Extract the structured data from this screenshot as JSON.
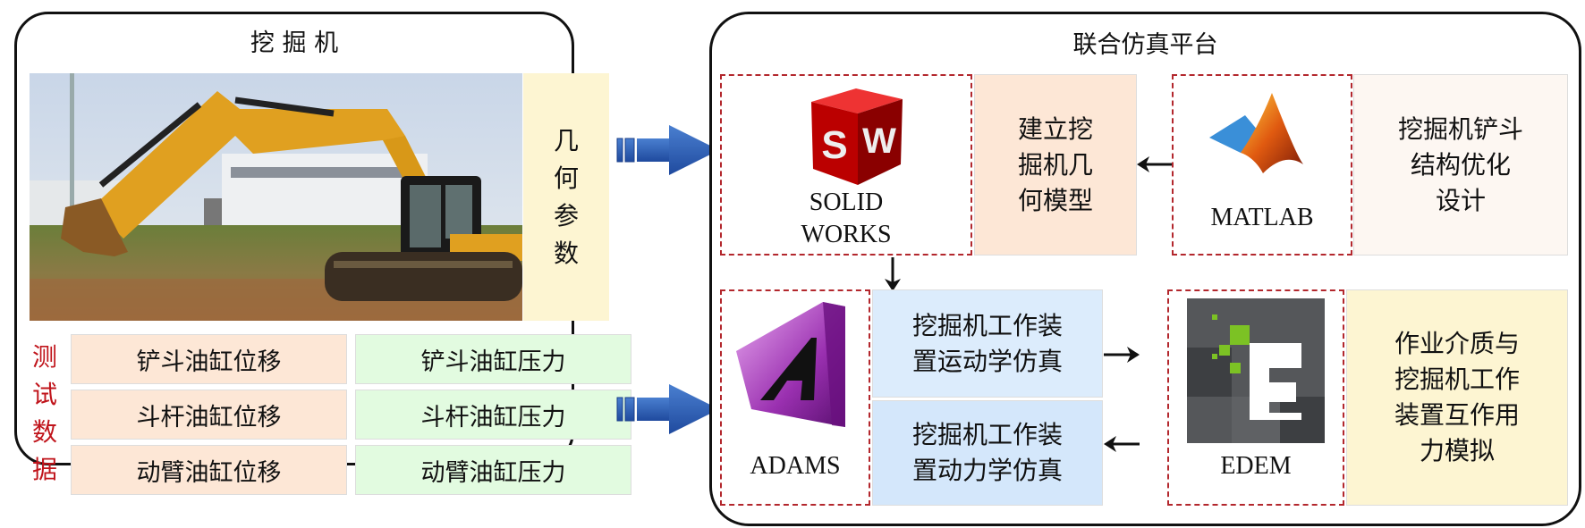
{
  "left_panel": {
    "title": "挖 掘 机",
    "photo": "excavator-photo",
    "geometry_label": [
      "几",
      "何",
      "参",
      "数"
    ],
    "test_data_label": [
      "测",
      "试",
      "数",
      "据"
    ],
    "test_rows": [
      {
        "displacement": "铲斗油缸位移",
        "pressure": "铲斗油缸压力"
      },
      {
        "displacement": "斗杆油缸位移",
        "pressure": "斗杆油缸压力"
      },
      {
        "displacement": "动臂油缸位移",
        "pressure": "动臂油缸压力"
      }
    ]
  },
  "right_panel": {
    "title": "联合仿真平台",
    "solidworks": {
      "label_line1": "SOLID",
      "label_line2": "WORKS",
      "desc": [
        "建立挖",
        "掘机几",
        "何模型"
      ]
    },
    "matlab": {
      "label": "MATLAB",
      "desc": [
        "挖掘机铲斗",
        "结构优化",
        "设计"
      ]
    },
    "adams": {
      "label": "ADAMS",
      "kinematics": [
        "挖掘机工作装",
        "置运动学仿真"
      ],
      "dynamics": [
        "挖掘机工作装",
        "置动力学仿真"
      ]
    },
    "edem": {
      "label": "EDEM",
      "desc": [
        "作业介质与",
        "挖掘机工作",
        "装置互作用",
        "力模拟"
      ]
    }
  },
  "colors": {
    "dashed_border": "#b3272d",
    "test_label": "#c0141b",
    "orange_cell": "#fde7d6",
    "green_cell": "#e2fbe0",
    "yellow_cell": "#fdf5d2",
    "blue_cell": "#dcecfc",
    "arrow_blue": "#2a58b0"
  }
}
